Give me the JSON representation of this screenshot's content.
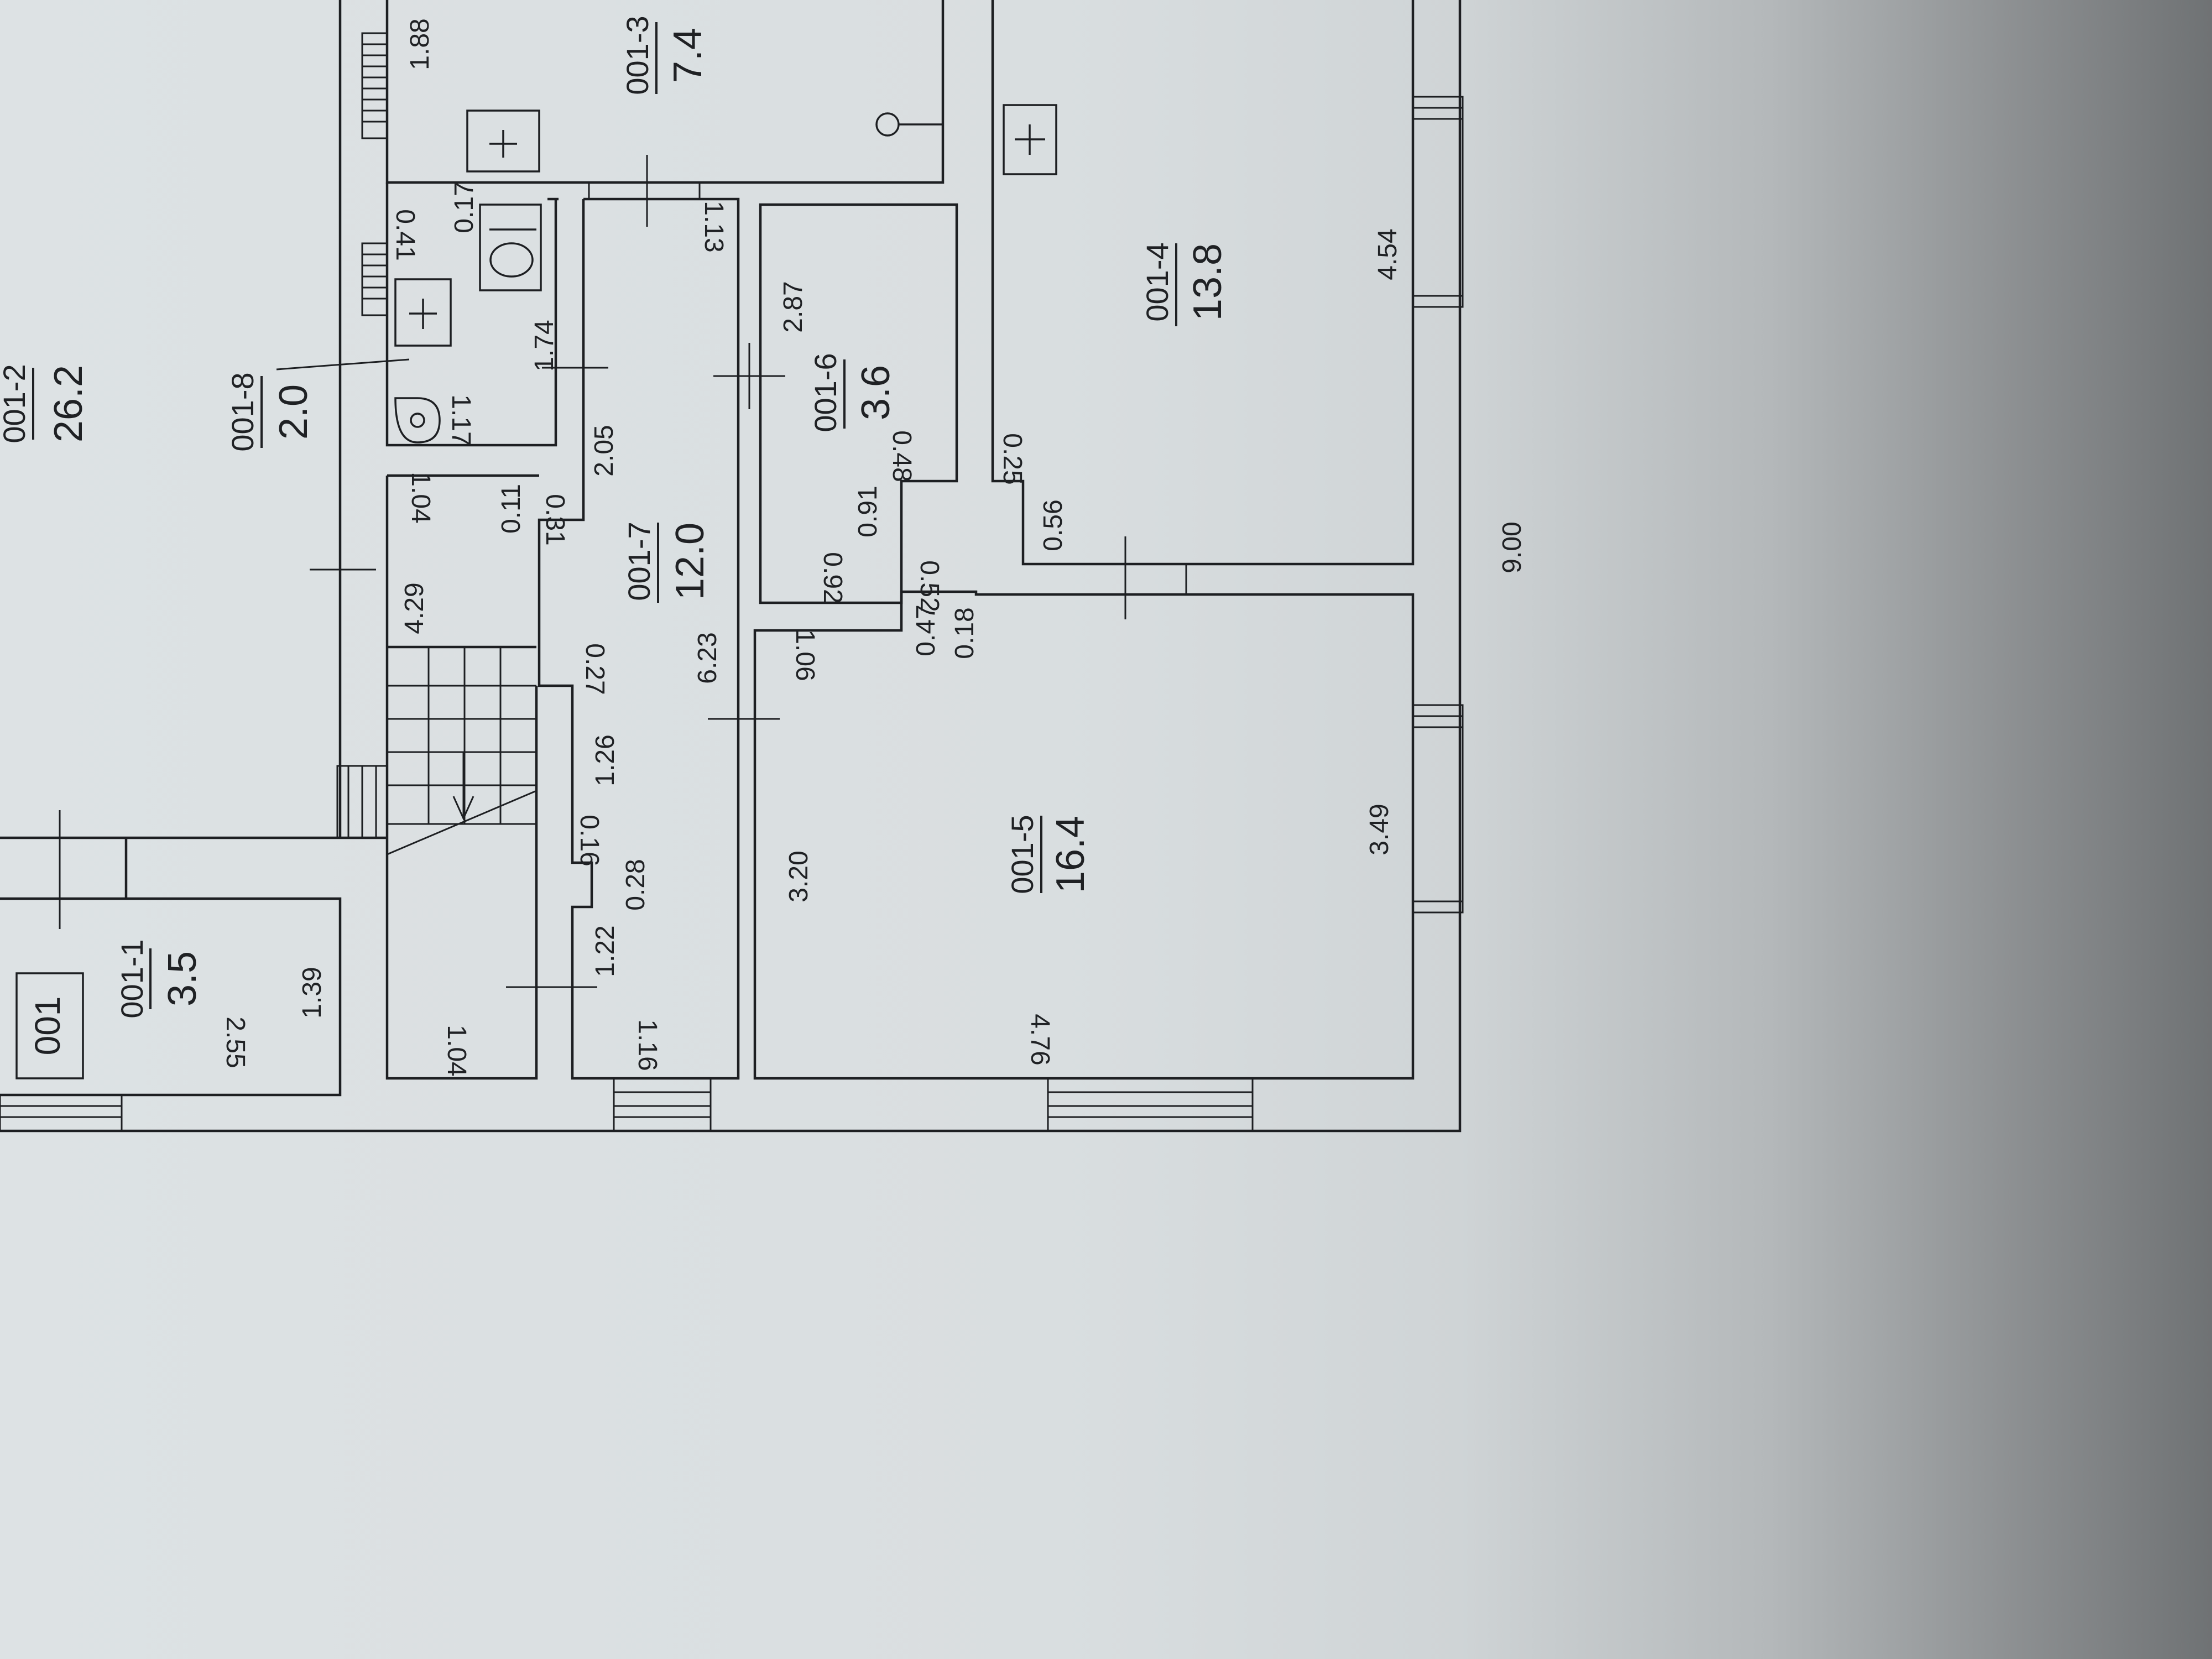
{
  "apartment_code": "001",
  "rooms": [
    {
      "code": "001-1",
      "area": "3.5"
    },
    {
      "code": "001-2",
      "area": "26.2"
    },
    {
      "code": "001-3",
      "area": "7.4"
    },
    {
      "code": "001-4",
      "area": "13.8"
    },
    {
      "code": "001-5",
      "area": "16.4"
    },
    {
      "code": "001-6",
      "area": "3.6"
    },
    {
      "code": "001-7",
      "area": "12.0"
    },
    {
      "code": "001-8",
      "area": "2.0"
    }
  ],
  "dimensions": {
    "d_1_88": "1.88",
    "d_1_13": "1.13",
    "d_0_17": "0.17",
    "d_0_41": "0.41",
    "d_1_74": "1.74",
    "d_1_17": "1.17",
    "d_2_05": "2.05",
    "d_2_87": "2.87",
    "d_1_04_top": "1.04",
    "d_0_11": "0.11",
    "d_0_31": "0.31",
    "d_0_48": "0.48",
    "d_0_25": "0.25",
    "d_0_56": "0.56",
    "d_4_54": "4.54",
    "d_0_91": "0.91",
    "d_0_92": "0.92",
    "d_0_52": "0.52",
    "d_0_47": "0.47",
    "d_0_18": "0.18",
    "d_4_29": "4.29",
    "d_0_27": "0.27",
    "d_6_23": "6.23",
    "d_1_06": "1.06",
    "d_1_26": "1.26",
    "d_0_16": "0.16",
    "d_0_28": "0.28",
    "d_1_22": "1.22",
    "d_3_20": "3.20",
    "d_3_49": "3.49",
    "d_9_00": "9.00",
    "d_1_39": "1.39",
    "d_2_55": "2.55",
    "d_1_04_bottom": "1.04",
    "d_1_16": "1.16",
    "d_4_76": "4.76"
  }
}
